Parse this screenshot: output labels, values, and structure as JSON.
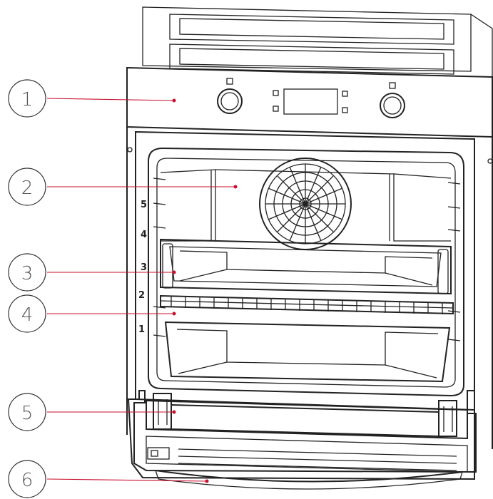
{
  "callouts": [
    {
      "number": "1",
      "part": "control-panel"
    },
    {
      "number": "2",
      "part": "fan-cover"
    },
    {
      "number": "3",
      "part": "baking-tray"
    },
    {
      "number": "4",
      "part": "wire-shelf"
    },
    {
      "number": "5",
      "part": "door-handle"
    },
    {
      "number": "6",
      "part": "door"
    }
  ],
  "rack_levels": [
    "5",
    "4",
    "3",
    "2",
    "1"
  ],
  "colors": {
    "leader": "#c8102e",
    "outline": "#222222",
    "background": "#ffffff"
  }
}
